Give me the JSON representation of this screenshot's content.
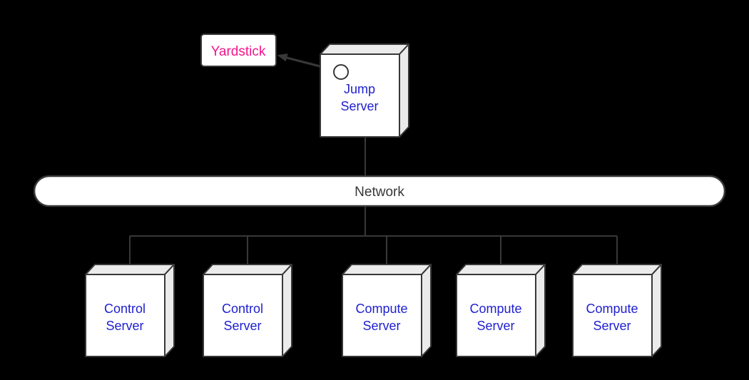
{
  "colors": {
    "background": "#000000",
    "line": "#383838",
    "node_front": "#ffffff",
    "node_side": "#ebebeb",
    "server_label": "#2020d0",
    "yardstick_label": "#f5148c",
    "network_label": "#383838"
  },
  "nodes": {
    "yardstick": {
      "label": "Yardstick"
    },
    "jump_server": {
      "label_lines": [
        "Jump",
        "Server"
      ]
    },
    "network": {
      "label": "Network"
    },
    "servers": [
      {
        "label_lines": [
          "Control",
          "Server"
        ]
      },
      {
        "label_lines": [
          "Control",
          "Server"
        ]
      },
      {
        "label_lines": [
          "Compute",
          "Server"
        ]
      },
      {
        "label_lines": [
          "Compute",
          "Server"
        ]
      },
      {
        "label_lines": [
          "Compute",
          "Server"
        ]
      }
    ]
  },
  "edges": [
    {
      "from": "Jump Server",
      "to": "Yardstick",
      "type": "arrow"
    },
    {
      "from": "Jump Server",
      "to": "Network",
      "type": "line"
    },
    {
      "from": "Network",
      "to": "Control Server 1",
      "type": "line"
    },
    {
      "from": "Network",
      "to": "Control Server 2",
      "type": "line"
    },
    {
      "from": "Network",
      "to": "Compute Server 1",
      "type": "line"
    },
    {
      "from": "Network",
      "to": "Compute Server 2",
      "type": "line"
    },
    {
      "from": "Network",
      "to": "Compute Server 3",
      "type": "line"
    }
  ]
}
